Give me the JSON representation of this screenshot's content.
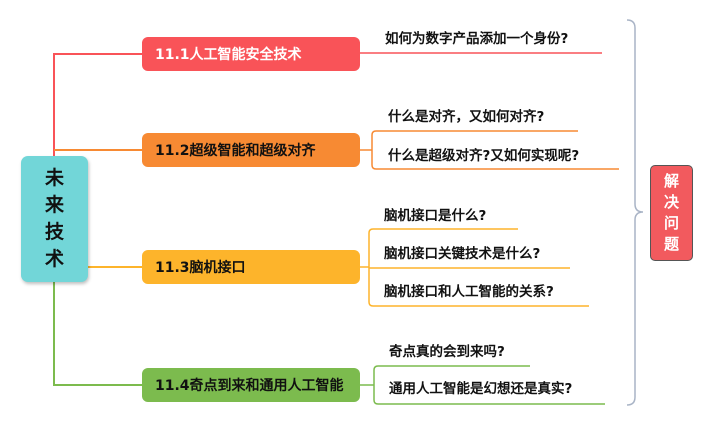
{
  "root": {
    "chars": [
      "未",
      "来",
      "技",
      "术"
    ],
    "label": "未来技术"
  },
  "branches": [
    {
      "label": "11.1人工智能安全技术",
      "color": "#F95358",
      "text_color": "#ffffff",
      "leaves": [
        "如何为数字产品添加一个身份?"
      ]
    },
    {
      "label": "11.2超级智能和超级对齐",
      "color": "#F78A33",
      "text_color": "#111111",
      "leaves": [
        "什么是对齐，又如何对齐?",
        "什么是超级对齐?又如何实现呢?"
      ]
    },
    {
      "label": "11.3脑机接口",
      "color": "#FDB42B",
      "text_color": "#111111",
      "leaves": [
        "脑机接口是什么?",
        "脑机接口关键技术是什么?",
        "脑机接口和人工智能的关系?"
      ]
    },
    {
      "label": "11.4奇点到来和通用人工智能",
      "color": "#7CBB4E",
      "text_color": "#111111",
      "leaves": [
        "奇点真的会到来吗?",
        "通用人工智能是幻想还是真实?"
      ]
    }
  ],
  "summary": {
    "chars": [
      "解",
      "决",
      "问",
      "题"
    ],
    "label": "解决问题",
    "color": "#F25A5E"
  }
}
